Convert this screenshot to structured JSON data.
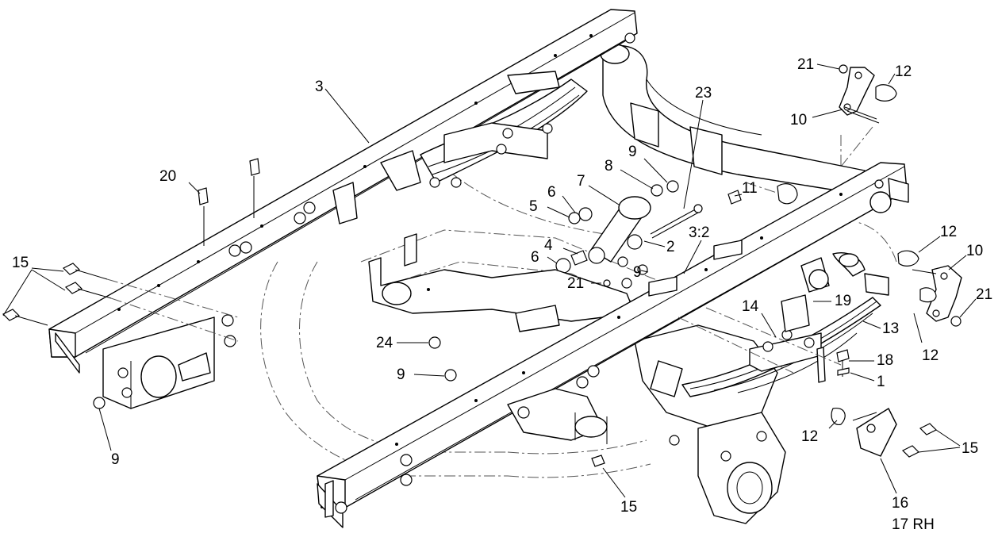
{
  "callouts": [
    {
      "id": "c3",
      "text": "3"
    },
    {
      "id": "c20",
      "text": "20"
    },
    {
      "id": "c15a",
      "text": "15"
    },
    {
      "id": "c9a",
      "text": "9"
    },
    {
      "id": "c23",
      "text": "23"
    },
    {
      "id": "c21a",
      "text": "21"
    },
    {
      "id": "c12a",
      "text": "12"
    },
    {
      "id": "c10a",
      "text": "10"
    },
    {
      "id": "c9b",
      "text": "9"
    },
    {
      "id": "c8",
      "text": "8"
    },
    {
      "id": "c7",
      "text": "7"
    },
    {
      "id": "c6a",
      "text": "6"
    },
    {
      "id": "c5",
      "text": "5"
    },
    {
      "id": "c11",
      "text": "11"
    },
    {
      "id": "c4",
      "text": "4"
    },
    {
      "id": "c6b",
      "text": "6"
    },
    {
      "id": "c2",
      "text": "2"
    },
    {
      "id": "c32",
      "text": "3:2"
    },
    {
      "id": "c9c",
      "text": "9"
    },
    {
      "id": "c21b",
      "text": "21"
    },
    {
      "id": "c12b",
      "text": "12"
    },
    {
      "id": "c10b",
      "text": "10"
    },
    {
      "id": "c21c",
      "text": "21"
    },
    {
      "id": "c14",
      "text": "14"
    },
    {
      "id": "c19",
      "text": "19"
    },
    {
      "id": "c13",
      "text": "13"
    },
    {
      "id": "c12c",
      "text": "12"
    },
    {
      "id": "c24",
      "text": "24"
    },
    {
      "id": "c18",
      "text": "18"
    },
    {
      "id": "c9d",
      "text": "9"
    },
    {
      "id": "c1",
      "text": "1"
    },
    {
      "id": "c12d",
      "text": "12"
    },
    {
      "id": "c15b",
      "text": "15"
    },
    {
      "id": "c15c",
      "text": "15"
    },
    {
      "id": "c16",
      "text": "16"
    },
    {
      "id": "c17",
      "text": "17 RH"
    }
  ]
}
